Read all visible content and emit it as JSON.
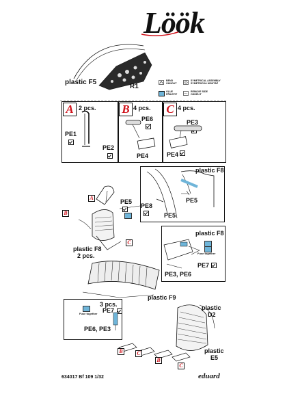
{
  "brand": {
    "logo_text": "Löök",
    "footer_brand": "eduard"
  },
  "footer": {
    "code": "634017 Bf 109 1/32"
  },
  "legend": {
    "items": [
      {
        "line1": "BEND",
        "line2": "OHNOUT"
      },
      {
        "line1": "SYMETRICAL ASSEMBLY",
        "line2": "SYMETRICKÁ MONTÁŽ"
      },
      {
        "line1": "GLUE",
        "line2": "PŘILEPIT"
      },
      {
        "line1": "REMOVE SIDE",
        "line2": "ODDĚLIT"
      }
    ]
  },
  "labels": {
    "plastic_f5": "plastic F5",
    "r1": "R1",
    "plastic_f8_top": "plastic F8",
    "pe5_top": "PE5",
    "pe8": "PE8",
    "pe5_inset": "PE5",
    "plastic_f8_right": "plastic F8",
    "pe3_pe6_right": "PE3, PE6",
    "pe7_right": "PE7",
    "pe5_left": "PE5",
    "plastic_f8_left": "plastic F8",
    "two_pcs_left": "2 pcs.",
    "plastic_f9": "plastic F9",
    "three_pcs": "3 pcs.",
    "pe7_left": "PE7",
    "pe6_pe3_left": "PE6, PE3",
    "plastic_d2_a": "plastic",
    "plastic_d2_b": "D2",
    "plastic_e5_a": "plastic",
    "plastic_e5_b": "E5",
    "fuse_small": "Fuse together"
  },
  "steps": {
    "a": {
      "letter": "A",
      "pcs": "2 pcs.",
      "part1": "PE1",
      "part2": "PE2"
    },
    "b": {
      "letter": "B",
      "pcs": "4 pcs.",
      "part1": "PE6",
      "part2": "PE4"
    },
    "c": {
      "letter": "C",
      "pcs": "4 pcs.",
      "part1": "PE3",
      "part2": "PE4"
    }
  },
  "markers": {
    "a_mid": "A",
    "b_mid": "B",
    "c_mid": "C",
    "b_bot": "B",
    "c_bot1": "C",
    "b_bot2": "B",
    "c_bot2": "C"
  },
  "colors": {
    "step_letter": "#d0121b",
    "blue_highlight": "#6fb5d9"
  }
}
